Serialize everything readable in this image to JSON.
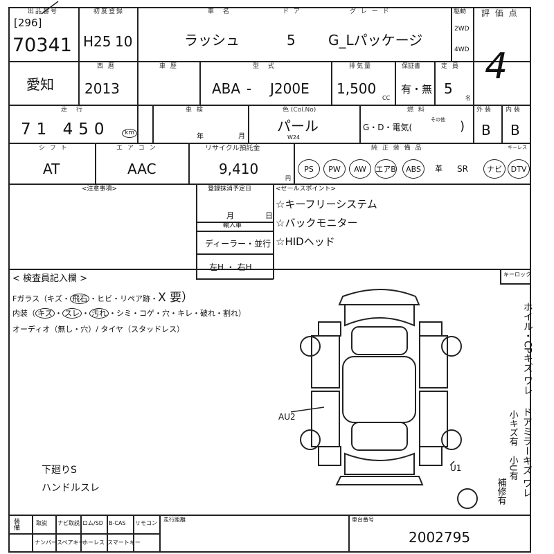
{
  "header": {
    "lot_label": "出品番号",
    "lot_code": "[296]",
    "lot_number": "70341",
    "reg_label": "初度登録",
    "reg_value": "H25",
    "reg_month": "10",
    "carname_label": "車　名",
    "carname": "ラッシュ",
    "door_label": "ド ア",
    "doors": "5",
    "grade_label": "グ レ ー ド",
    "grade": "G_Lパッケージ",
    "drive_label": "駆動",
    "drive_2wd": "2WD",
    "drive_4wd": "4WD",
    "score_label": "評 価 点",
    "score": "4"
  },
  "row2": {
    "region": "愛知",
    "year_label": "西 暦",
    "year": "2013",
    "shaken_label": "車 歴",
    "model_label": "型　式",
    "model_prefix": "ABA",
    "model_dash": "-",
    "model_code": "J200E",
    "cc_label": "排気量",
    "cc": "1,500",
    "cc_unit": "CC",
    "warranty_label": "保証書",
    "warranty": "有・無",
    "seats_label": "定 員",
    "seats": "5",
    "seats_unit": "名"
  },
  "row3": {
    "mileage_label": "走　行",
    "mileage": "71 450",
    "mileage_unit": "km",
    "syaken_label": "車 検",
    "year_unit": "年",
    "month_unit": "月",
    "color_label": "色 (Col.No)",
    "color": "パール",
    "color_code": "W24",
    "fuel_label": "燃 料",
    "fuel_options": "G・D・電気(",
    "fuel_other": "その他",
    "exterior_label": "外 装",
    "exterior": "B",
    "interior_label": "内 装",
    "interior": "B"
  },
  "row4": {
    "shift_label": "シ フ ト",
    "shift": "AT",
    "ac_label": "エ ア コ ン",
    "ac": "AAC",
    "recycle_label": "リサイクル預託金",
    "recycle": "9,410",
    "recycle_unit": "円",
    "equip_label": "純 正 装 備 品",
    "keyless_label": "キーレス",
    "equipment": [
      "PS",
      "PW",
      "AW",
      "エアB",
      "ABS",
      "革",
      "SR",
      "ナビ",
      "DTV"
    ]
  },
  "notes": {
    "caution_label": "<注意事項>",
    "regdate_label": "登録抹消予定日",
    "month_unit": "月",
    "day_unit": "日",
    "import_label": "輸入車",
    "dealer": "ディーラー・並行",
    "handle": "左H ・ 右H",
    "selling_label": "<セールスポイント>",
    "points": [
      "☆キーフリーシステム",
      "☆バックモニター",
      "☆HIDヘッド"
    ]
  },
  "inspection": {
    "title": "< 検査員記入欄 >",
    "glass": "Fガラス（キズ・",
    "glass_circled": "飛石",
    "glass_rest": "・ヒビ・リペア跡・",
    "glass_mark": "X 要）",
    "interior_line_start": "内装（",
    "interior_circled": [
      "キズ",
      "スレ",
      "汚れ"
    ],
    "interior_line_rest": "・シミ・コゲ・穴・キレ・破れ・割れ）",
    "audio_line": "オーディオ（無し・穴）/ タイヤ（スタッドレス）",
    "key_label": "キーロック",
    "note1": "下廻りS",
    "note2": "ハンドルスレ",
    "mark_au2": "AU2",
    "mark_u1": "U1",
    "side_col1": "ホイル・CPキズ ワレ",
    "side_col2": "ドアミラーキズ ワレ",
    "side_col3": "小キズ有",
    "side_col4": "小U有",
    "side_col5": "補修有"
  },
  "footer": {
    "equip_label": "装備",
    "items_top": [
      "取説",
      "ナビ取説",
      "ロム/SD",
      "B-CAS",
      "リモコン"
    ],
    "items_bottom": [
      "ナンバー",
      "スペアキー",
      "ホーレス",
      "スマートキー"
    ],
    "mileage_note_label": "走行距離",
    "chassis_label": "車台番号",
    "chassis": "2002795"
  }
}
